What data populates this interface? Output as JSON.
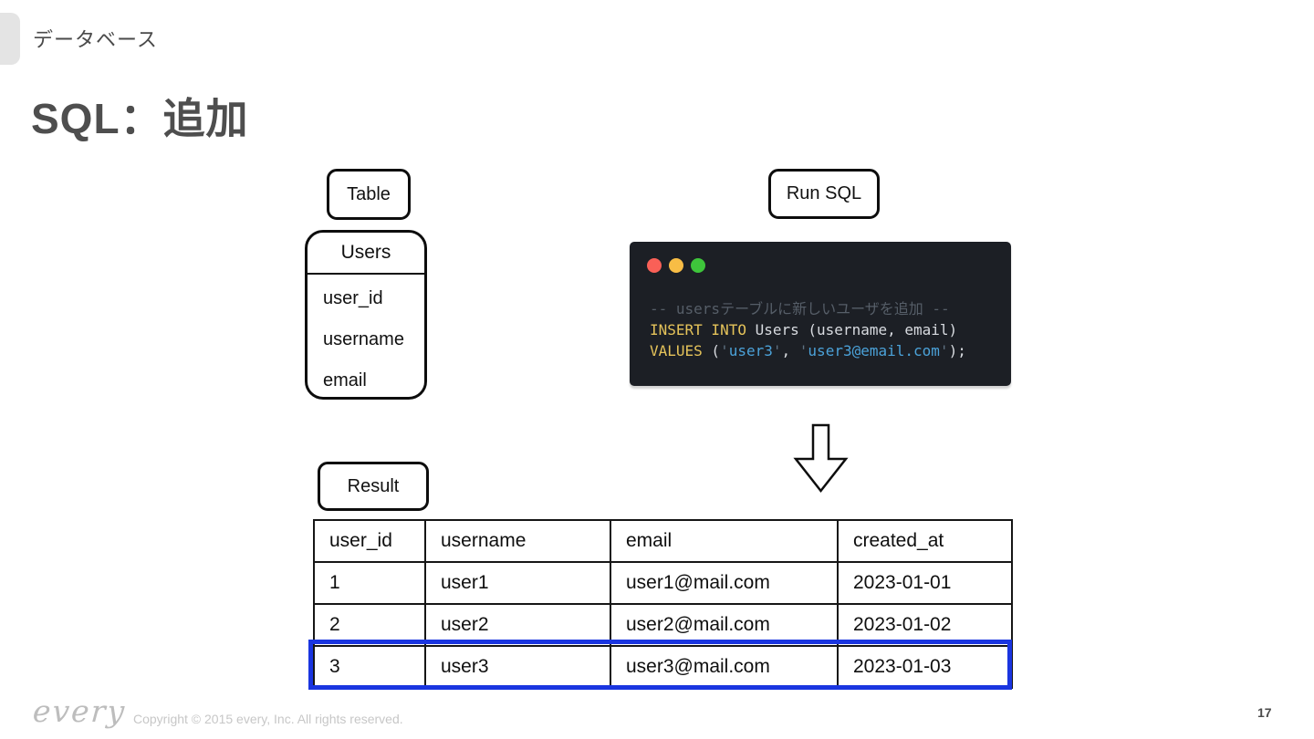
{
  "header": {
    "breadcrumb": "データベース",
    "title": "SQL：追加"
  },
  "schema": {
    "label": "Table",
    "table_name": "Users",
    "fields": [
      "user_id",
      "username",
      "email"
    ]
  },
  "sql": {
    "label": "Run SQL",
    "window_dots": [
      "red",
      "yellow",
      "green"
    ],
    "code_lines": [
      [
        {
          "t": "-- usersテーブルに新しいユーザを追加 --",
          "c": "comment"
        }
      ],
      [
        {
          "t": "INSERT INTO",
          "c": "keyword"
        },
        {
          "t": " Users (username, email)",
          "c": "plain"
        }
      ],
      [
        {
          "t": "VALUES",
          "c": "keyword"
        },
        {
          "t": " (",
          "c": "plain"
        },
        {
          "t": "'",
          "c": "quote"
        },
        {
          "t": "user3",
          "c": "string"
        },
        {
          "t": "'",
          "c": "quote"
        },
        {
          "t": ", ",
          "c": "plain"
        },
        {
          "t": "'",
          "c": "quote"
        },
        {
          "t": "user3@email.com",
          "c": "string"
        },
        {
          "t": "'",
          "c": "quote"
        },
        {
          "t": ");",
          "c": "plain"
        }
      ]
    ]
  },
  "result": {
    "label": "Result",
    "columns": [
      "user_id",
      "username",
      "email",
      "created_at"
    ],
    "rows": [
      [
        "1",
        "user1",
        "user1@mail.com",
        "2023-01-01"
      ],
      [
        "2",
        "user2",
        "user2@mail.com",
        "2023-01-02"
      ],
      [
        "3",
        "user3",
        "user3@mail.com",
        "2023-01-03"
      ]
    ],
    "highlighted_row_index": 2
  },
  "colors": {
    "highlight_blue": "#1a35e0",
    "terminal_bg": "#1c1f25",
    "code_comment": "#565e68",
    "code_keyword": "#e5c35a",
    "code_plain": "#d8dbe0",
    "code_string": "#4ba2d9",
    "code_quote": "#5e7181",
    "dot_red": "#f96057",
    "dot_yellow": "#f8bd45",
    "dot_green": "#3ec53b"
  },
  "footer": {
    "logo": "every",
    "copyright": "Copyright © 2015 every, Inc. All rights reserved.",
    "page_number": "17"
  }
}
